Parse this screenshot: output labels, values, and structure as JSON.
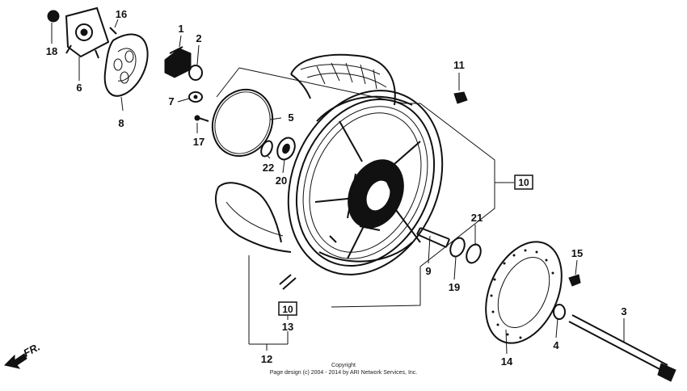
{
  "parts": [
    {
      "id": "p1",
      "label": "1"
    },
    {
      "id": "p2",
      "label": "2"
    },
    {
      "id": "p3",
      "label": "3"
    },
    {
      "id": "p4",
      "label": "4"
    },
    {
      "id": "p5",
      "label": "5"
    },
    {
      "id": "p6",
      "label": "6"
    },
    {
      "id": "p7",
      "label": "7"
    },
    {
      "id": "p8",
      "label": "8"
    },
    {
      "id": "p9",
      "label": "9"
    },
    {
      "id": "p11",
      "label": "11"
    },
    {
      "id": "p12",
      "label": "12"
    },
    {
      "id": "p13",
      "label": "13"
    },
    {
      "id": "p14",
      "label": "14"
    },
    {
      "id": "p15",
      "label": "15"
    },
    {
      "id": "p16",
      "label": "16"
    },
    {
      "id": "p17",
      "label": "17"
    },
    {
      "id": "p18",
      "label": "18"
    },
    {
      "id": "p19",
      "label": "19"
    },
    {
      "id": "p20",
      "label": "20"
    },
    {
      "id": "p21",
      "label": "21"
    },
    {
      "id": "p22",
      "label": "22"
    }
  ],
  "boxed_labels": {
    "wheel_assembly": "10",
    "valve_assembly": "10"
  },
  "direction": {
    "label": "FR."
  },
  "copyright": {
    "line1": "Copyright",
    "line2": "Page design (c) 2004 - 2014 by ARI Network Services, Inc."
  }
}
